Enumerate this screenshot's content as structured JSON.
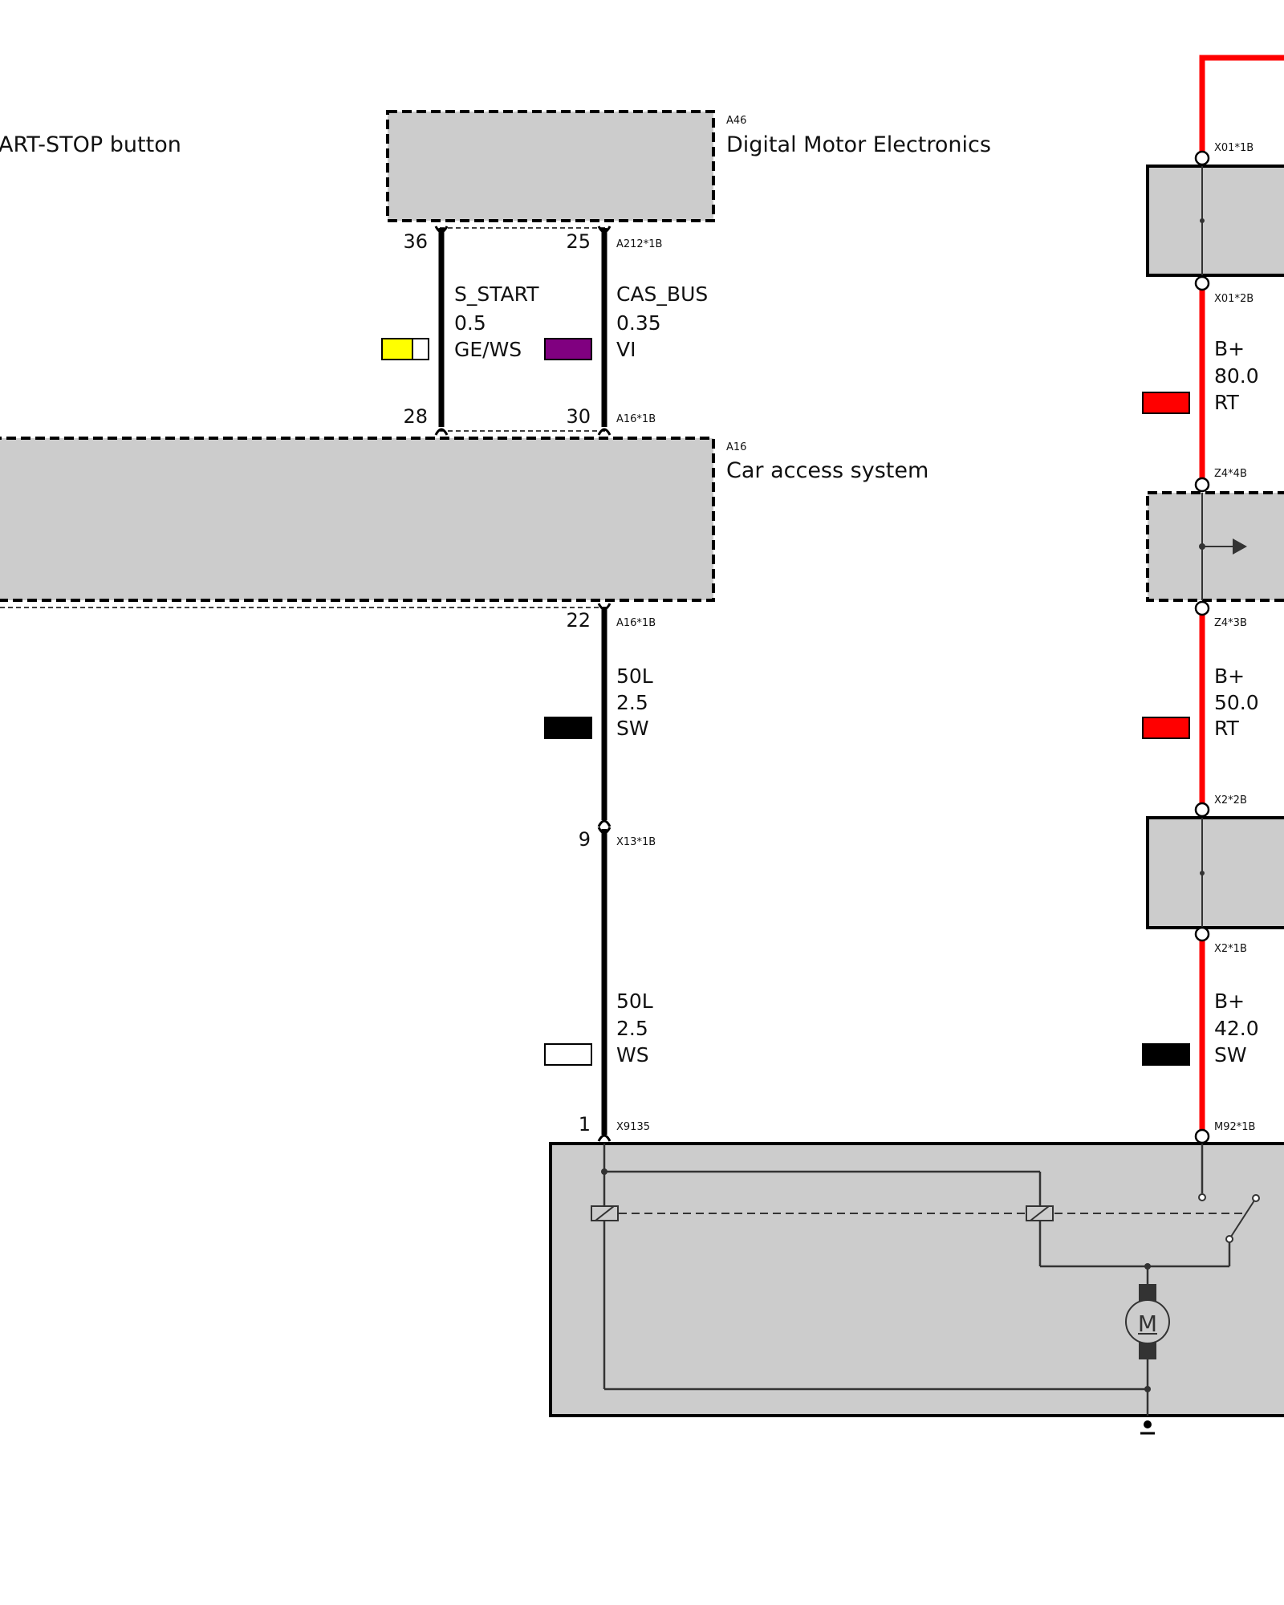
{
  "components": {
    "start_stop": {
      "name": "ART-STOP button"
    },
    "dme": {
      "id": "A46",
      "name": "Digital Motor Electronics"
    },
    "cas": {
      "id": "A16",
      "name": "Car access system"
    }
  },
  "connectors": {
    "a212_1b": "A212*1B",
    "a16_1b_top": "A16*1B",
    "a16_1b_bottom": "A16*1B",
    "x13_1b": "X13*1B",
    "x9135": "X9135",
    "x01_1b": "X01*1B",
    "x01_2b": "X01*2B",
    "z4_4b": "Z4*4B",
    "z4_3b": "Z4*3B",
    "x2_2b": "X2*2B",
    "x2_1b": "X2*1B",
    "m92_1b": "M92*1B"
  },
  "pins": {
    "p36": "36",
    "p25": "25",
    "p28": "28",
    "p30": "30",
    "p22": "22",
    "p9": "9",
    "p1": "1"
  },
  "wires": {
    "s_start": {
      "signal": "S_START",
      "size": "0.5",
      "color": "GE/WS",
      "swatch": [
        "#ffff00",
        "#ffffff"
      ]
    },
    "cas_bus": {
      "signal": "CAS_BUS",
      "size": "0.35",
      "color": "VI",
      "swatch": [
        "#800080"
      ]
    },
    "l50_sw": {
      "signal": "50L",
      "size": "2.5",
      "color": "SW",
      "swatch": [
        "#000000"
      ]
    },
    "l50_ws": {
      "signal": "50L",
      "size": "2.5",
      "color": "WS",
      "swatch": [
        "#ffffff"
      ]
    },
    "bplus_80": {
      "signal": "B+",
      "size": "80.0",
      "color": "RT",
      "swatch": [
        "#ff0000"
      ]
    },
    "bplus_50": {
      "signal": "B+",
      "size": "50.0",
      "color": "RT",
      "swatch": [
        "#ff0000"
      ]
    },
    "bplus_42": {
      "signal": "B+",
      "size": "42.0",
      "color": "SW",
      "swatch": [
        "#000000"
      ]
    }
  },
  "colors": {
    "component_fill": "#cccccc",
    "battery_line": "#ff0000",
    "wire_black": "#000000"
  },
  "icons": [
    "motor-icon",
    "relay-coil-icon",
    "switch-icon",
    "ground-icon",
    "arrow-icon"
  ]
}
